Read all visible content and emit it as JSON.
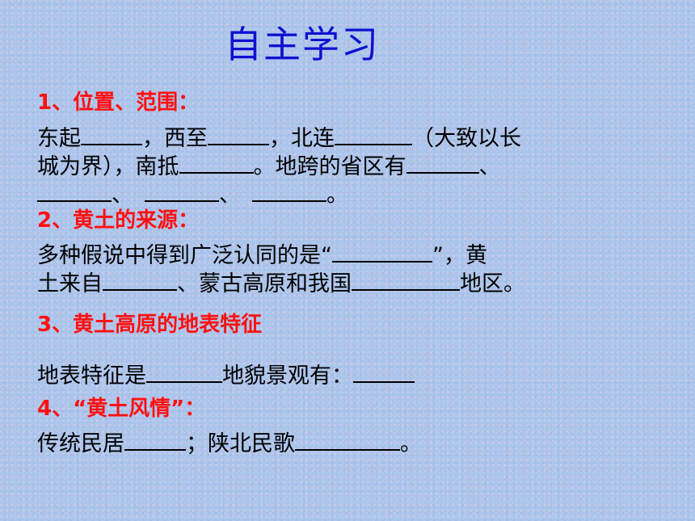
{
  "title": "自主学习",
  "section1": {
    "heading": "1、位置、范围：",
    "l1_a": "东起",
    "l1_b": "，西至",
    "l1_c": "，北连",
    "l1_d": "（大致以长",
    "l2_a": "城为界），南抵",
    "l2_b": "。地跨的省区有",
    "l2_c": "、",
    "l3_a": "、",
    "l3_b": "、",
    "l3_c": "。"
  },
  "section2": {
    "heading": "2、黄土的来源：",
    "l1_a": "多种假说中得到广泛认同的是“",
    "l1_b": "”，黄",
    "l2_a": "土来自",
    "l2_b": "、蒙古高原和我国",
    "l2_c": "地区。"
  },
  "section3": {
    "heading": "3、黄土高原的地表特征",
    "l1_a": "地表特征是",
    "l1_b": "地貌景观有："
  },
  "section4": {
    "heading": "4、“黄土风情”：",
    "l1_a": "传统民居",
    "l1_b": "；陕北民歌",
    "l1_c": "。"
  }
}
